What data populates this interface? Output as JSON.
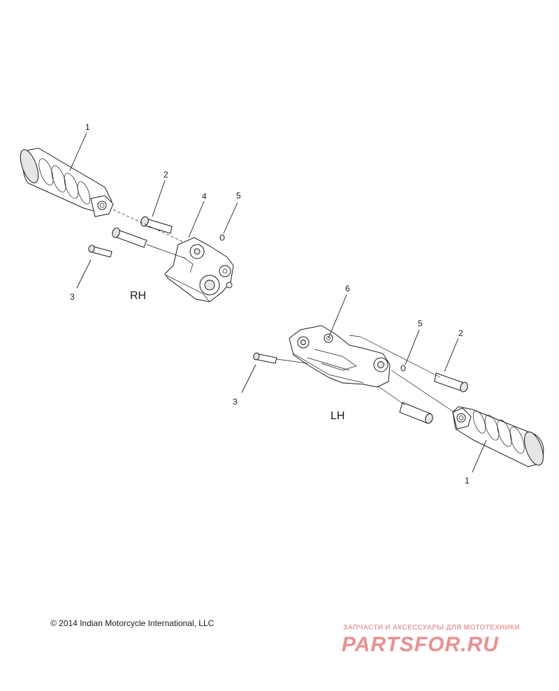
{
  "callouts": {
    "rh_1": "1",
    "rh_2": "2",
    "rh_3": "3",
    "rh_4": "4",
    "rh_5": "5",
    "lh_6": "6",
    "lh_5": "5",
    "lh_2": "2",
    "lh_3": "3",
    "lh_1": "1"
  },
  "labels": {
    "rh": "RH",
    "lh": "LH"
  },
  "copyright": "© 2014 Indian Motorcycle International, LLC",
  "watermark": {
    "tagline": "ЗАПЧАСТИ И АКСЕССУАРЫ ДЛЯ МОТОТЕХНИКИ",
    "brand": "PARTSFOR.RU"
  }
}
